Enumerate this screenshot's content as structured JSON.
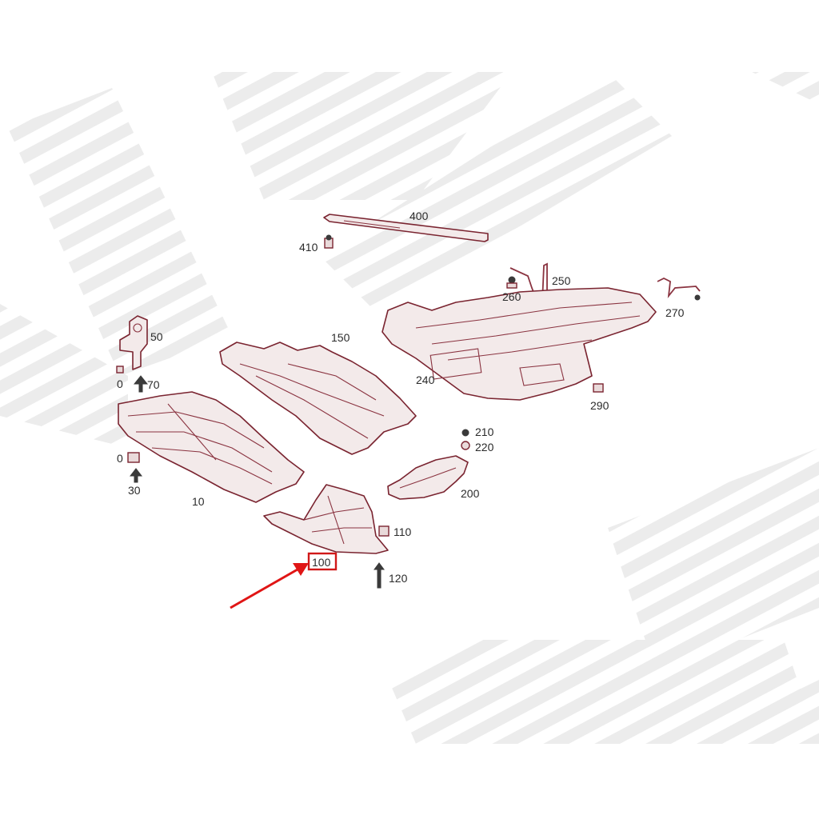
{
  "colors": {
    "line": "#7a2430",
    "highlight": "#d01818",
    "arrow": "#e01515",
    "watermark": "#e2e2e2"
  },
  "callouts": {
    "c400": "400",
    "c410": "410",
    "c250": "250",
    "c260": "260",
    "c270": "270",
    "c50": "50",
    "c150": "150",
    "c70": "70",
    "c0a": "0",
    "c240": "240",
    "c290": "290",
    "c210": "210",
    "c220": "220",
    "c0b": "0",
    "c30": "30",
    "c10": "10",
    "c200": "200",
    "c110": "110",
    "c100": "100",
    "c120": "120"
  },
  "highlighted_part": "100"
}
